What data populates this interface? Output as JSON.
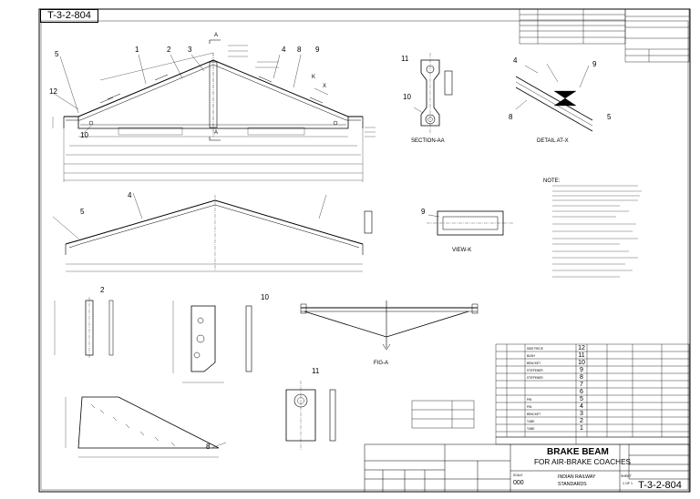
{
  "sheet": {
    "drawing_number": "T-3-2-804",
    "title_line1": "BRAKE BEAM",
    "title_line2": "FOR AIR-BRAKE COACHES",
    "organisation_line1": "INDIAN RAILWAY",
    "organisation_line2": "STANDARDS",
    "sheet_label": "SHEET",
    "sheet_value": "1 OF 1",
    "scale_label": "SCALE",
    "scale_value": "000"
  },
  "views": {
    "section_aa": "SECTION-AA",
    "detail_x": "DETAIL AT-X",
    "view_k": "VIEW-K",
    "fig_a": "FIG-A",
    "note_heading": "NOTE:"
  },
  "part_labels": [
    "1",
    "2",
    "3",
    "4",
    "8",
    "9",
    "5",
    "12",
    "10",
    "11",
    "4",
    "9",
    "5",
    "8",
    "10",
    "9",
    "5",
    "4",
    "2",
    "10",
    "11",
    "8"
  ],
  "cutting_marks": [
    "A",
    "A",
    "K",
    "X"
  ],
  "parts_list": {
    "rows": [
      {
        "no": "12",
        "desc": "SIDE PIECE"
      },
      {
        "no": "11",
        "desc": "BUSH"
      },
      {
        "no": "10",
        "desc": "BRACKET"
      },
      {
        "no": "9",
        "desc": "STIFFENER"
      },
      {
        "no": "8",
        "desc": "STIFFENER"
      },
      {
        "no": "7",
        "desc": ""
      },
      {
        "no": "6",
        "desc": ""
      },
      {
        "no": "5",
        "desc": "PIN"
      },
      {
        "no": "4",
        "desc": "PIN"
      },
      {
        "no": "3",
        "desc": "BRACKET"
      },
      {
        "no": "2",
        "desc": "TUBE"
      },
      {
        "no": "1",
        "desc": "TUBE"
      }
    ]
  },
  "colors": {
    "ink": "#000000",
    "paper": "#ffffff"
  }
}
